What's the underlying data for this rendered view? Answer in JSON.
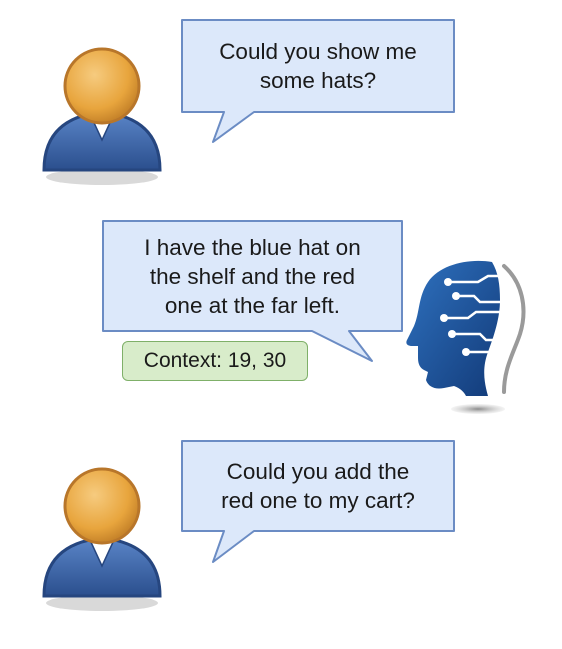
{
  "conversation": {
    "turn1": {
      "speaker_icon": "user-avatar-icon",
      "lines": [
        "Could you show me",
        "some hats?"
      ]
    },
    "turn2": {
      "speaker_icon": "ai-head-icon",
      "lines": [
        "I have the blue hat on",
        "the shelf and the red",
        "one at the far left."
      ],
      "context_label": "Context: 19, 30"
    },
    "turn3": {
      "speaker_icon": "user-avatar-icon",
      "lines": [
        "Could you add the",
        "red one to my cart?"
      ]
    }
  },
  "colors": {
    "bubble_fill": "#dce8fa",
    "bubble_border": "#6b8cc4",
    "context_fill": "#d8ecca",
    "context_border": "#7fb069",
    "avatar_head": "#e8a53d",
    "avatar_body": "#3a64a8",
    "ai_head": "#1d4f96"
  }
}
